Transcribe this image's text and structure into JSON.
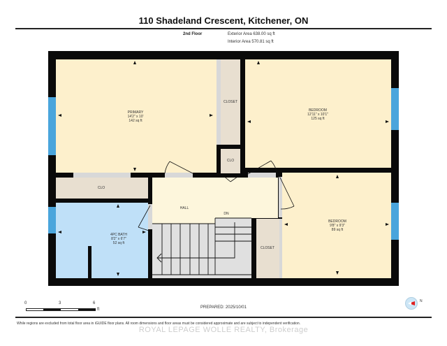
{
  "header": {
    "title": "110 Shadeland Crescent, Kitchener, ON",
    "floor_label": "2nd Floor",
    "exterior_area": "Exterior Area 638.00 sq ft",
    "interior_area": "Interior Area 570.81 sq ft"
  },
  "rooms": {
    "primary": {
      "name": "PRIMARY",
      "dims": "14'2\" x 10'",
      "area": "142 sq ft"
    },
    "bedroom1": {
      "name": "BEDROOM",
      "dims": "12'11\" x 10'1\"",
      "area": "125 sq ft"
    },
    "bedroom2": {
      "name": "BEDROOM",
      "dims": "9'8\" x 9'3\"",
      "area": "89 sq ft"
    },
    "bath": {
      "name": "4PC BATH",
      "dims": "8'2\" x 6'7\"",
      "area": "52 sq ft"
    },
    "hall": {
      "name": "HALL"
    },
    "stairs": {
      "label": "DN"
    },
    "closet_primary": {
      "name": "CLOSET"
    },
    "clo_small": {
      "name": "CLO"
    },
    "clo_hall": {
      "name": "CLO"
    },
    "closet_bedroom2": {
      "name": "CLOSET"
    }
  },
  "scale_bar": {
    "ticks": [
      "0",
      "3",
      "6"
    ],
    "unit": "ft"
  },
  "footer": {
    "prepared": "PREPARED: 2025/10/01",
    "disclaimer": "While regions are excluded from total floor area in iGUIDE floor plans. All room dimensions and floor areas must be considered approximate and are subject to independent verification.",
    "watermark": "ROYAL LEPAGE WOLLE REALTY, Brokerage",
    "compass_label": "N"
  },
  "colors": {
    "room_fill": "#fdf0cc",
    "closet_fill": "#e8dfd0",
    "bath_fill": "#bfe0f8",
    "hall_fill": "#fdf6dc",
    "stair_fill": "#e0e0e0",
    "wall": "#0a0a0a",
    "window": "#4aa5dc",
    "compass_arrow": "#e02020"
  }
}
